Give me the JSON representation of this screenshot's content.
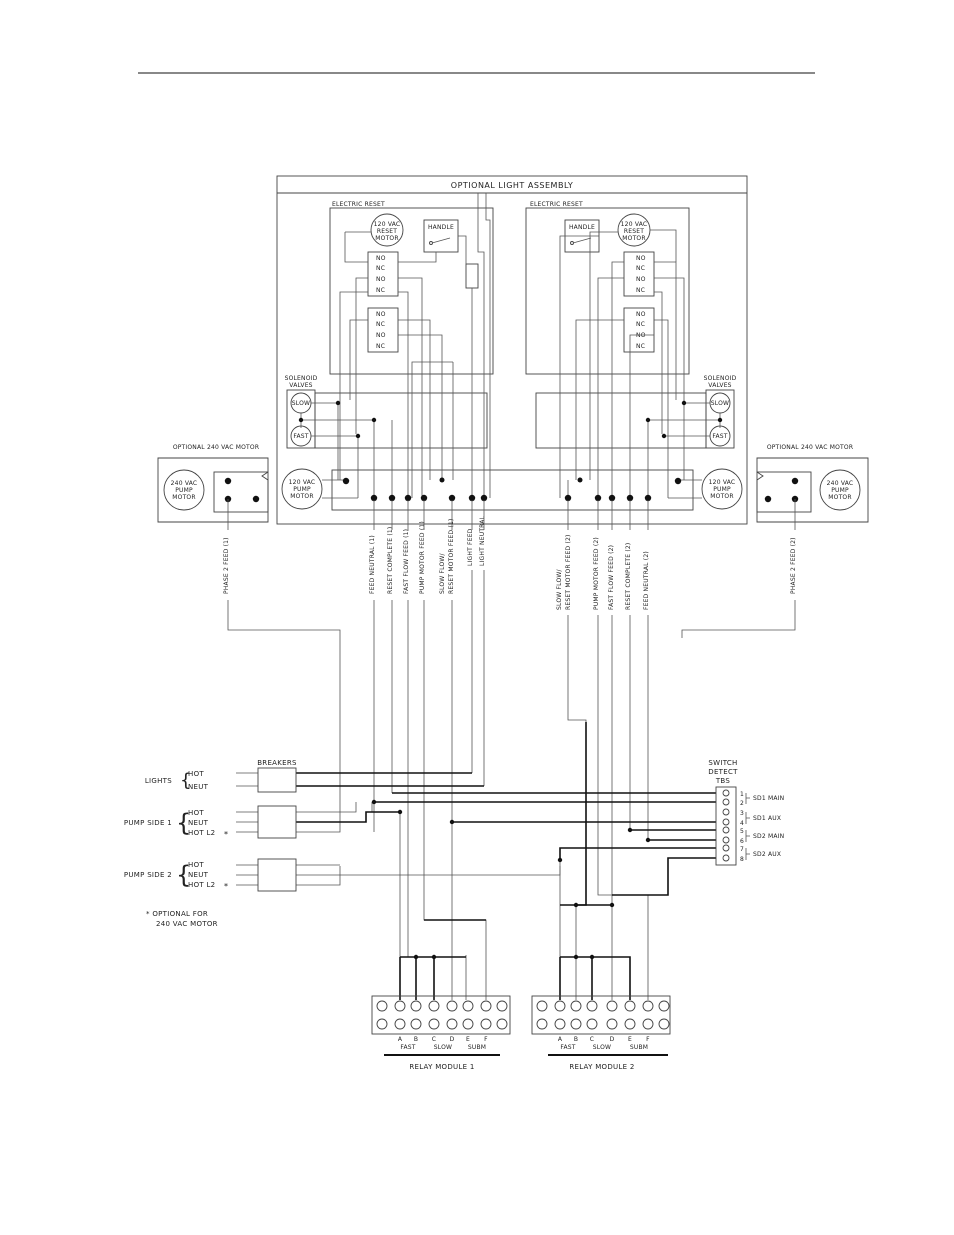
{
  "panel": {
    "title": "OPTIONAL LIGHT ASSEMBLY",
    "electric_reset_left": "ELECTRIC RESET",
    "electric_reset_right": "ELECTRIC RESET",
    "reset_motor": [
      "120 VAC",
      "RESET",
      "MOTOR"
    ],
    "handle": "HANDLE",
    "contacts": [
      "NO",
      "NC",
      "NO",
      "NC"
    ],
    "solenoid": [
      "SOLENOID",
      "VALVES"
    ],
    "slow": "SLOW",
    "fast": "FAST",
    "pump_motor_120": [
      "120 VAC",
      "PUMP",
      "MOTOR"
    ],
    "pump_motor_240": [
      "240 VAC",
      "PUMP",
      "MOTOR"
    ],
    "optional_240": "OPTIONAL 240 VAC MOTOR"
  },
  "wires_left": [
    "PHASE 2 FEED (1)",
    "FEED NEUTRAL (1)",
    "RESET COMPLETE (1)",
    "FAST FLOW FEED (1)",
    "PUMP MOTOR FEED (1)",
    "SLOW FLOW/",
    "RESET MOTOR FEED (1)",
    "LIGHT FEED",
    "LIGHT NEUTRAL"
  ],
  "wires_right": [
    "SLOW FLOW/",
    "RESET MOTOR FEED (2)",
    "PUMP MOTOR FEED (2)",
    "FAST FLOW FEED (2)",
    "RESET COMPLETE (2)",
    "FEED NEUTRAL (2)",
    "PHASE 2 FEED (2)"
  ],
  "breakers": {
    "title": "BREAKERS",
    "lights": "LIGHTS",
    "pump_side_1": "PUMP SIDE 1",
    "pump_side_2": "PUMP SIDE 2",
    "hot": "HOT",
    "neut": "NEUT",
    "hot_l2": "HOT L2",
    "asterisk": "*",
    "note_line1": "* OPTIONAL FOR",
    "note_line2": "240 VAC MOTOR"
  },
  "switch_detect": {
    "title": [
      "SWITCH",
      "DETECT",
      "TBS"
    ],
    "terminals": [
      "1",
      "2",
      "3",
      "4",
      "5",
      "6",
      "7",
      "8"
    ],
    "groups": [
      "SD1 MAIN",
      "SD1 AUX",
      "SD2 MAIN",
      "SD2 AUX"
    ]
  },
  "relay_modules": {
    "module1": "RELAY MODULE 1",
    "module2": "RELAY MODULE 2",
    "letters": [
      "A",
      "B",
      "C",
      "D",
      "E",
      "F"
    ],
    "groups": [
      "FAST",
      "SLOW",
      "SUBM"
    ]
  }
}
